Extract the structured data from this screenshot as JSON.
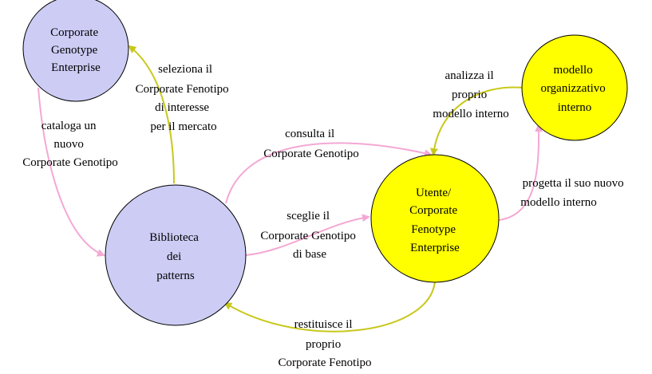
{
  "colors": {
    "lavender_node": "#ccccf5",
    "yellow_node": "#ffff00",
    "pink_edge": "#f4a8d4",
    "olive_edge": "#c8c81c",
    "text": "#000000",
    "outline": "#000000"
  },
  "nodes": {
    "genotype": {
      "lines": [
        "Corporate",
        "Genotype",
        "Enterprise"
      ]
    },
    "biblioteca": {
      "lines": [
        "Biblioteca",
        "dei",
        "patterns"
      ]
    },
    "utente": {
      "lines": [
        "Utente/",
        "Corporate",
        "Fenotype",
        "Enterprise"
      ]
    },
    "modello": {
      "lines": [
        "modello",
        "organizzativo",
        "interno"
      ]
    }
  },
  "edges": {
    "seleziona": {
      "lines": [
        "seleziona il",
        "Corporate Fenotipo",
        "di interesse",
        "per il mercato"
      ]
    },
    "cataloga": {
      "lines": [
        "cataloga un",
        "nuovo",
        "Corporate Genotipo"
      ]
    },
    "consulta": {
      "lines": [
        "consulta il",
        "Corporate Genotipo"
      ]
    },
    "sceglie": {
      "lines": [
        "sceglie il",
        "Corporate Genotipo",
        "di base"
      ]
    },
    "analizza": {
      "lines": [
        "analizza il",
        "proprio",
        "modello interno"
      ]
    },
    "progetta": {
      "lines": [
        "progetta il suo nuovo",
        "modello interno"
      ]
    },
    "restituisce": {
      "lines": [
        "restituisce il",
        "proprio",
        "Corporate Fenotipo"
      ]
    }
  }
}
